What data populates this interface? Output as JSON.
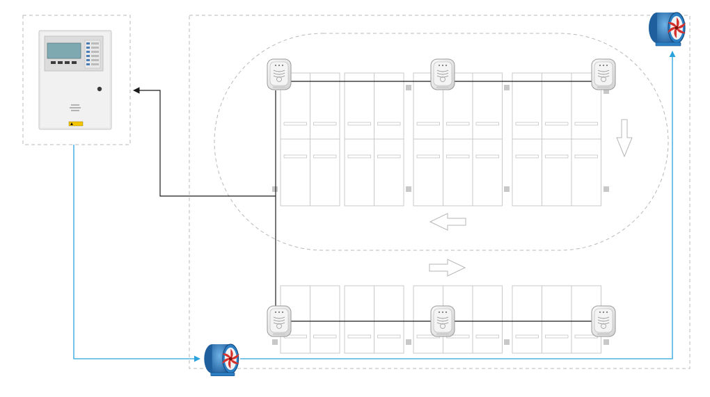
{
  "colors": {
    "background": "#ffffff",
    "dashed_border": "#b8b8b8",
    "signal_line": "#1a1a1a",
    "control_line": "#2aa3dc",
    "cabinet_outline": "#c9c9c9",
    "panel_body": "#ececec",
    "panel_screen": "#7fa9b0",
    "fan_blue": "#2b7fc4",
    "fan_red": "#d6312c",
    "warning_yellow": "#f3c400"
  },
  "controller": {
    "icon": "gas-alarm-controller-icon",
    "screen_text": "",
    "warning_label": "",
    "has_speaker_grille": true,
    "has_lock": true
  },
  "detectors": {
    "icon": "gas-detector-icon",
    "count": 6
  },
  "fans": {
    "icon": "axial-exhaust-fan-icon",
    "count": 2
  },
  "flow_arrows": {
    "icon": "traffic-direction-arrow",
    "directions": [
      "down",
      "left",
      "right"
    ]
  },
  "parking_rows": {
    "row_count": 3,
    "groups_per_row": 4,
    "stalls_per_group": [
      2,
      2,
      3,
      3
    ]
  }
}
